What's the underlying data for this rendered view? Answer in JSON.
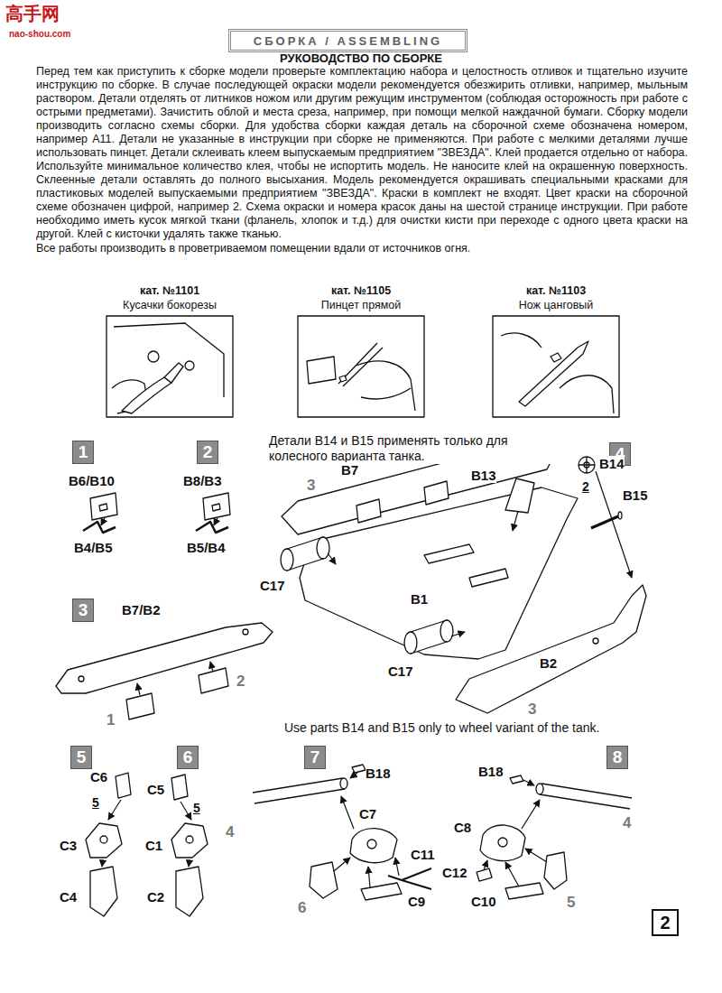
{
  "diagram": {
    "title": "РУКОВОДСТВО ПО СБОРКЕ",
    "nodes": [
      {
        "text": [
          "СБОРКА / ASSEMBLING"
        ]
      },
      {
        "text": [
          "кат. №1101",
          "Кусачки бокорезы"
        ]
      },
      {
        "text": [
          "кат. №1105",
          "Пинцет прямой"
        ]
      },
      {
        "text": [
          "кат. №1103",
          "Нож цанговый"
        ]
      },
      {
        "text": [
          "1"
        ]
      },
      {
        "text": [
          "2"
        ]
      },
      {
        "text": [
          "4"
        ]
      },
      {
        "text": [
          "3"
        ]
      },
      {
        "text": [
          "5"
        ]
      },
      {
        "text": [
          "6"
        ]
      },
      {
        "text": [
          "7"
        ]
      },
      {
        "text": [
          "8"
        ]
      },
      {
        "text": [
          "2"
        ]
      }
    ],
    "labels": [
      "高手网",
      "nao-shou.com",
      "Перед тем как приступить к сборке модели проверьте комплектацию набора и целостность отливок и тщательно изучите инструкцию по сборке. В случае последующей окраски модели рекомендуется обезжирить отливки, например, мыльным раствором. Детали отделять от литников ножом или другим режущим инструментом (соблюдая осторожность при работе с острыми предметами). Зачистить облой и места среза, например, при помощи мелкой наждачной бумаги. Сборку модели производить согласно схемы сборки. Для удобства сборки каждая деталь на сборочной схеме обозначена номером, например A11. Детали не указанные в инструкции при сборке не применяются. При работе с мелкими деталями лучше использовать пинцет. Детали склеивать клеем выпускаемым предприятием \"ЗВЕЗДА\". Клей продается отдельно от набора. Используйте минимальное количество клея, чтобы не испортить модель. Не наносите клей на окрашенную поверхность. Склеенные детали оставлять до полного высыхания. Модель рекомендуется окрашивать специальными красками для пластиковых моделей выпускаемыми предприятием \"ЗВЕЗДА\". Краски в комплект не входят. Цвет краски на сборочной схеме обозначен цифрой, например 2. Схема окраски и номера красок даны на шестой странице инструкции. При работе необходимо иметь кусок мягкой ткани (фланель, хлопок и т.д.) для очистки кисти при переходе с одного цвета краски на другой. Клей с кисточки удалять также тканью.",
      "Все работы производить в проветриваемом помещении вдали от источников огня.",
      "Детали B14 и B15 применять только для колесного варианта танка.",
      "B6/B10",
      "B4/B5",
      "B8/B3",
      "B5/B4",
      "B7/B2",
      "2",
      "1",
      "B7",
      "3",
      "B13",
      "B14",
      "2",
      "B15",
      "B1",
      "C17",
      "C17",
      "B2",
      "3",
      "Use parts B14 and B15 only to wheel variant of the tank.",
      "C6",
      "5",
      "C3",
      "C4",
      "C5",
      "5",
      "4",
      "C1",
      "C2",
      "B18",
      "C7",
      "C11",
      "C9",
      "6",
      "B18",
      "C8",
      "4",
      "C12",
      "C10",
      "5"
    ]
  }
}
